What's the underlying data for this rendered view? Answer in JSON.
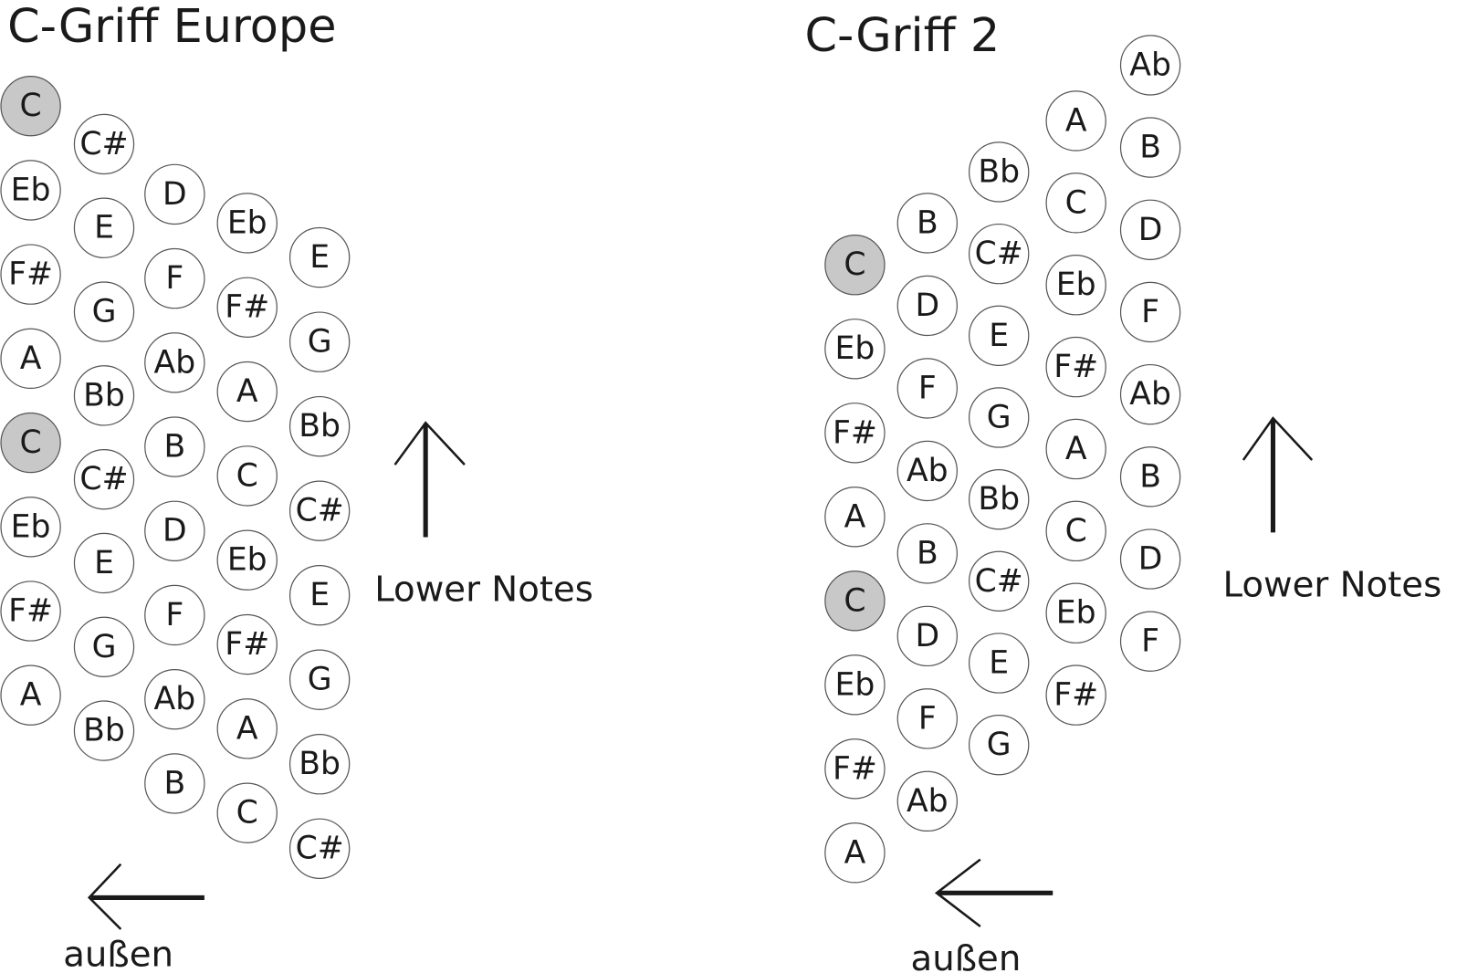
{
  "diagrams": [
    {
      "title": "C-Griff Europe",
      "direction_up_label": "Lower Notes",
      "direction_left_label": "außen",
      "columns": [
        {
          "notes": [
            "C",
            "Eb",
            "F#",
            "A",
            "C",
            "Eb",
            "F#",
            "A"
          ],
          "highlighted": [
            0,
            4
          ]
        },
        {
          "notes": [
            "C#",
            "E",
            "G",
            "Bb",
            "C#",
            "E",
            "G",
            "Bb"
          ],
          "highlighted": []
        },
        {
          "notes": [
            "D",
            "F",
            "Ab",
            "B",
            "D",
            "F",
            "Ab",
            "B"
          ],
          "highlighted": []
        },
        {
          "notes": [
            "Eb",
            "F#",
            "A",
            "C",
            "Eb",
            "F#",
            "A",
            "C"
          ],
          "highlighted": []
        },
        {
          "notes": [
            "E",
            "G",
            "Bb",
            "C#",
            "E",
            "G",
            "Bb",
            "C#"
          ],
          "highlighted": []
        }
      ]
    },
    {
      "title": "C-Griff 2",
      "direction_up_label": "Lower Notes",
      "direction_left_label": "außen",
      "columns": [
        {
          "notes": [
            "C",
            "Eb",
            "F#",
            "A",
            "C",
            "Eb",
            "F#",
            "A"
          ],
          "highlighted": [
            0,
            4
          ]
        },
        {
          "notes": [
            "B",
            "D",
            "F",
            "Ab",
            "B",
            "D",
            "F",
            "Ab"
          ],
          "highlighted": []
        },
        {
          "notes": [
            "Bb",
            "C#",
            "E",
            "G",
            "Bb",
            "C#",
            "E",
            "G"
          ],
          "highlighted": []
        },
        {
          "notes": [
            "A",
            "C",
            "Eb",
            "F#",
            "A",
            "C",
            "Eb",
            "F#"
          ],
          "highlighted": []
        },
        {
          "notes": [
            "Ab",
            "B",
            "D",
            "F",
            "Ab",
            "B",
            "D",
            "F"
          ],
          "highlighted": []
        }
      ]
    }
  ],
  "colors": {
    "highlight": "#c8c8c8",
    "button": "#ffffff",
    "ink": "#1a1a1a"
  }
}
